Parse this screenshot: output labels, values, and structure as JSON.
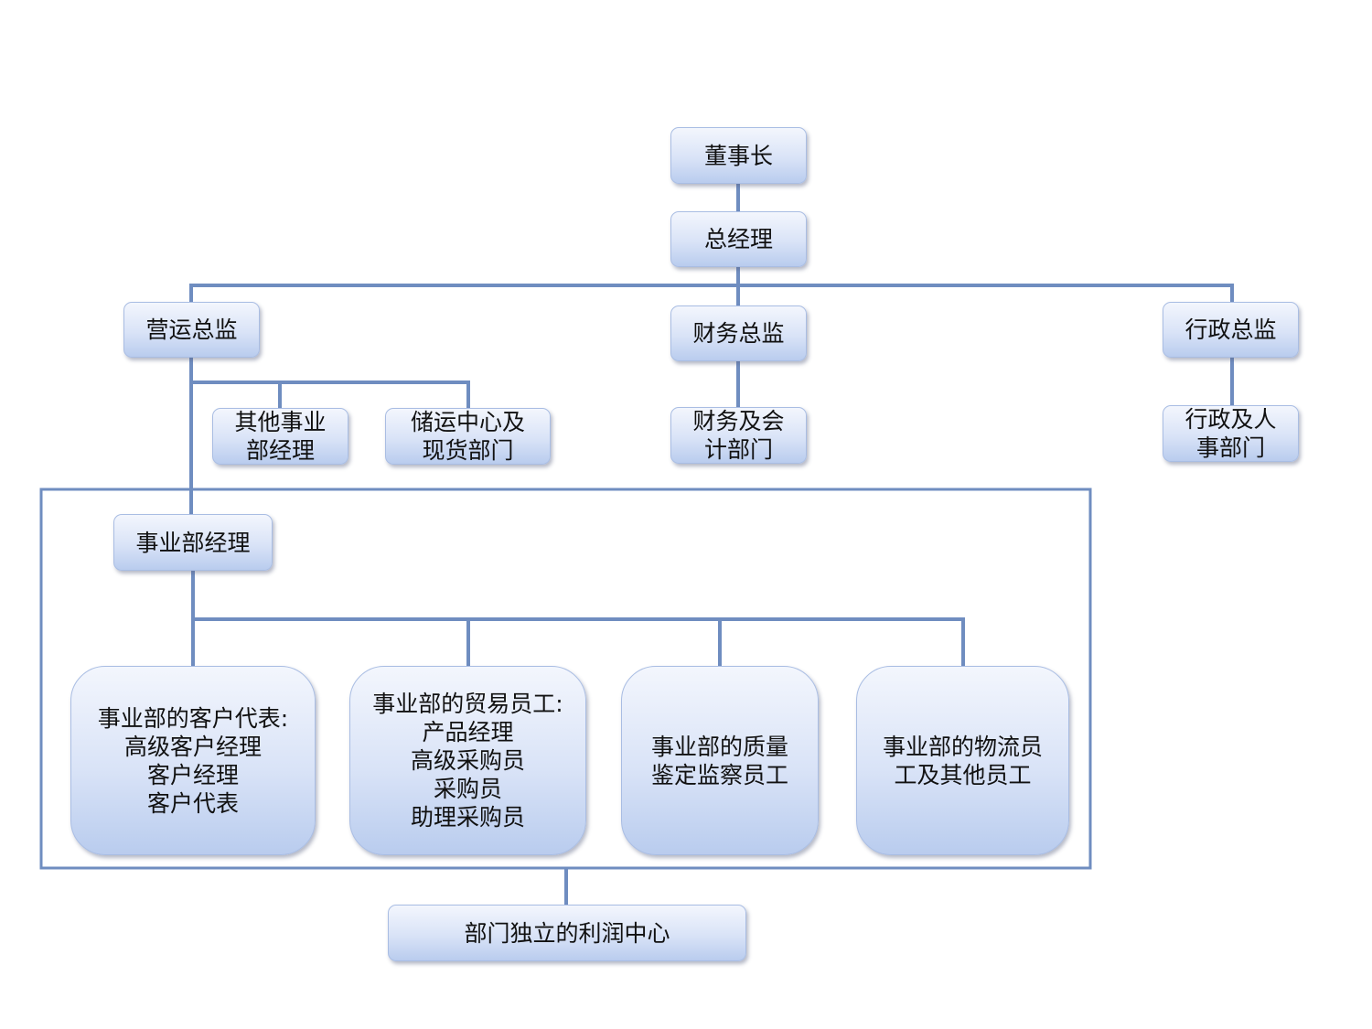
{
  "nodes": {
    "chairman": "董事长",
    "gm": "总经理",
    "ops_director": "营运总监",
    "finance_director": "财务总监",
    "admin_director": "行政总监",
    "other_bu_managers": "其他事业\n部经理",
    "storage_spot": "储运中心及\n现货部门",
    "finance_accounting": "财务及会\n计部门",
    "admin_hr": "行政及人\n事部门",
    "bu_manager": "事业部经理",
    "bu_customer_reps": "事业部的客户代表:\n高级客户经理\n客户经理\n客户代表",
    "bu_trade_staff": "事业部的贸易员工:\n产品经理\n高级采购员\n采购员\n助理采购员",
    "bu_quality": "事业部的质量\n鉴定监察员工",
    "bu_logistics": "事业部的物流员\n工及其他员工",
    "profit_center": "部门独立的利润中心"
  },
  "colors": {
    "connector": "#6f8dc0",
    "node_border": "#a9bde3",
    "node_fill_top": "#f3f6fd",
    "node_fill_bottom": "#b9ccee"
  }
}
